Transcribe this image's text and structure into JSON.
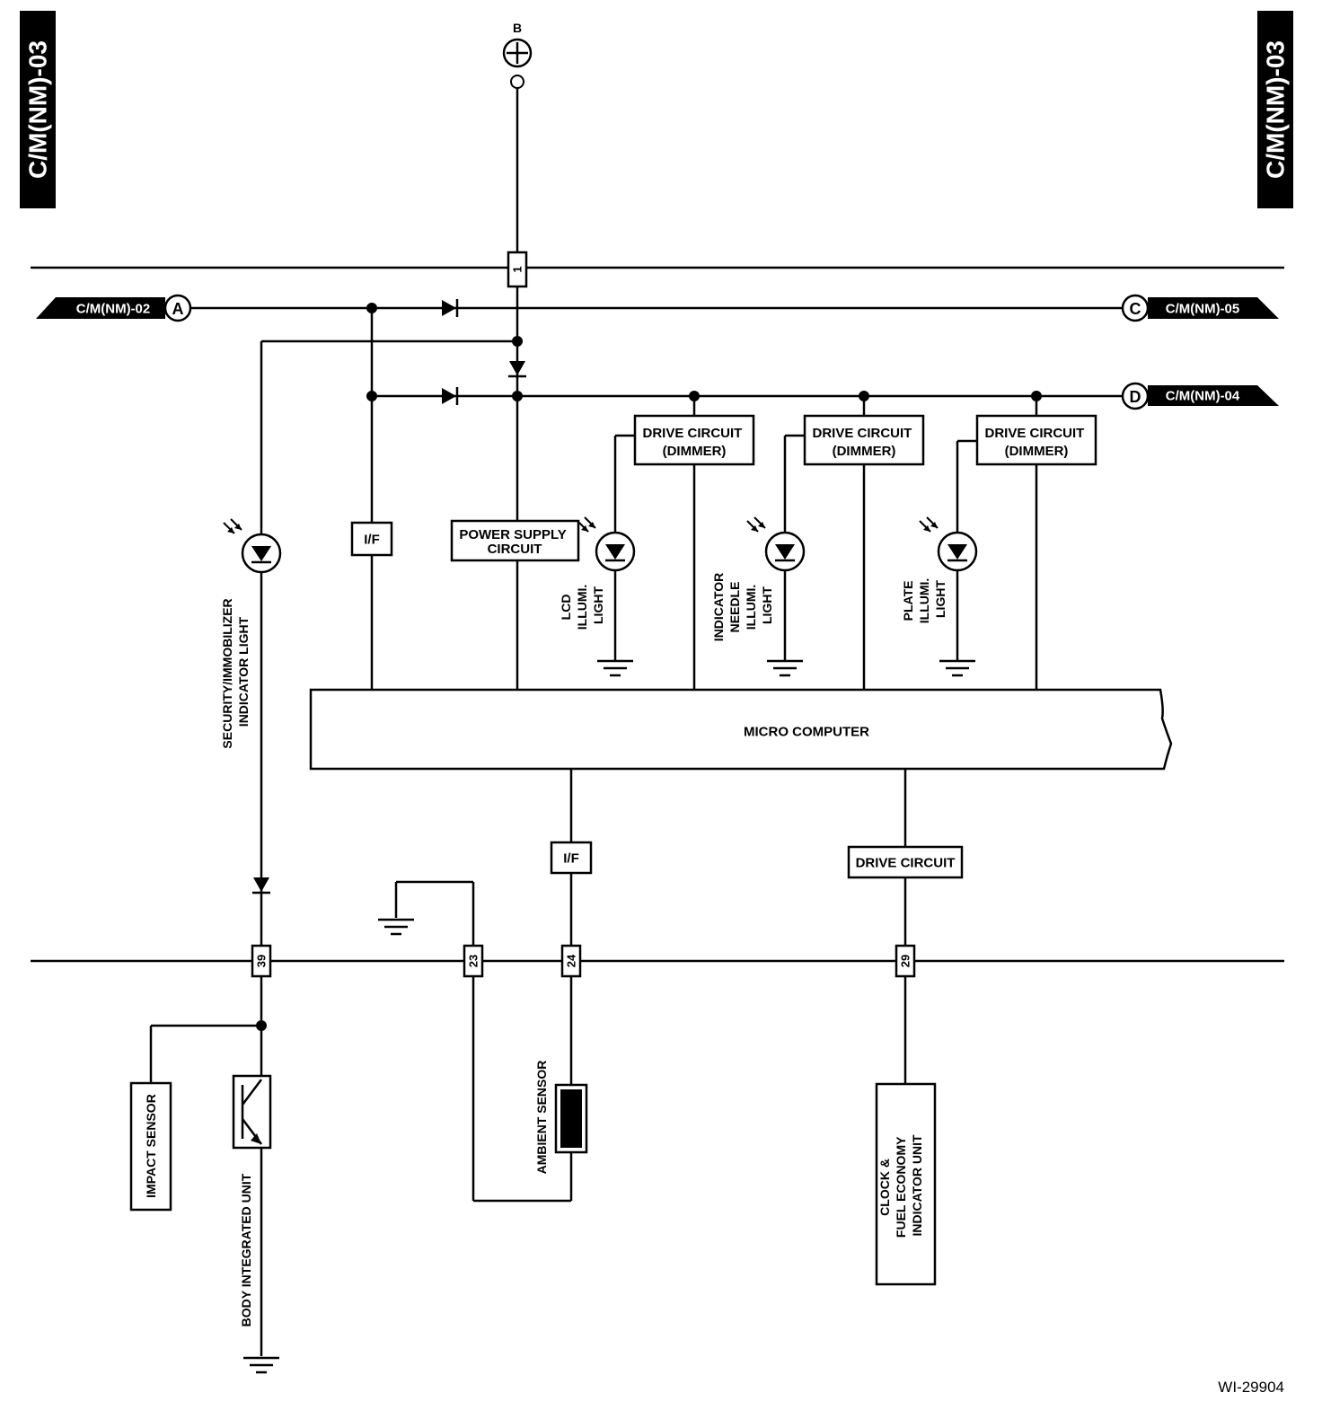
{
  "page_tag": "C/M(NM)-03",
  "figure_id": "WI-29904",
  "power_source": "B",
  "connectors": {
    "a": {
      "letter": "A",
      "ref": "C/M(NM)-02"
    },
    "c": {
      "letter": "C",
      "ref": "C/M(NM)-05"
    },
    "d": {
      "letter": "D",
      "ref": "C/M(NM)-04"
    }
  },
  "pins": {
    "p1": "1",
    "p39": "39",
    "p23": "23",
    "p24": "24",
    "p29": "29"
  },
  "blocks": {
    "if": "I/F",
    "power_supply": [
      "POWER SUPPLY",
      "CIRCUIT"
    ],
    "drive_dimmer": [
      "DRIVE CIRCUIT",
      "(DIMMER)"
    ],
    "micro_computer": "MICRO COMPUTER",
    "drive_circuit": "DRIVE CIRCUIT"
  },
  "lights": {
    "security": [
      "SECURITY/IMMOBILIZER",
      "INDICATOR LIGHT"
    ],
    "lcd": [
      "LCD",
      "ILLUMI.",
      "LIGHT"
    ],
    "needle": [
      "INDICATOR",
      "NEEDLE",
      "ILLUMI.",
      "LIGHT"
    ],
    "plate": [
      "PLATE",
      "ILLUMI.",
      "LIGHT"
    ]
  },
  "components": {
    "impact_sensor": "IMPACT SENSOR",
    "body_integrated_unit": "BODY INTEGRATED UNIT",
    "ambient_sensor": "AMBIENT SENSOR",
    "clock_unit": [
      "CLOCK &",
      "FUEL ECONOMY",
      "INDICATOR UNIT"
    ]
  }
}
